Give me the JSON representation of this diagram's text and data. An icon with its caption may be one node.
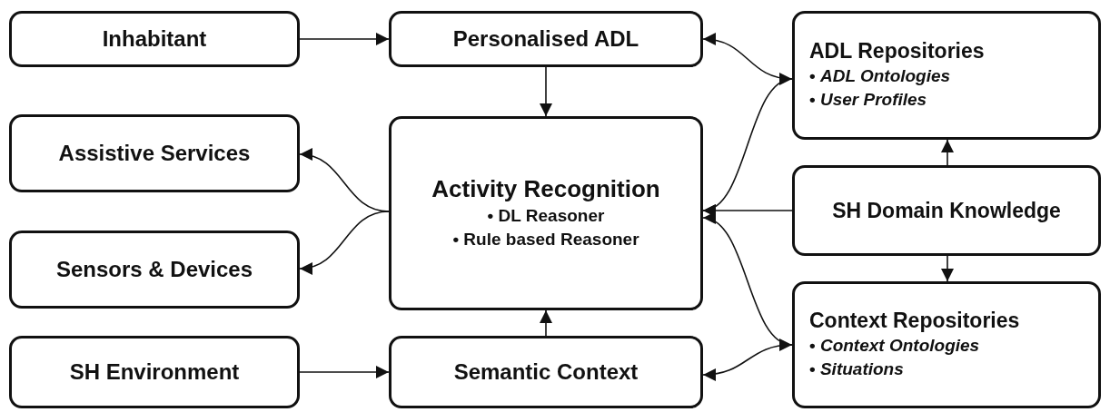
{
  "diagram": {
    "nodes": [
      {
        "text": [
          "Inhabitant"
        ]
      },
      {
        "text": [
          "Personalised ADL"
        ]
      },
      {
        "text": [
          "ADL Repositories",
          "• *ADL Ontologies*",
          "• *User Profiles*"
        ]
      },
      {
        "text": [
          "Assistive Services"
        ]
      },
      {
        "text": [
          "Activity Recognition",
          "• DL Reasoner",
          "• Rule based Reasoner"
        ]
      },
      {
        "text": [
          "SH Domain Knowledge"
        ]
      },
      {
        "text": [
          "Sensors & Devices"
        ]
      },
      {
        "text": [
          "Context Repositories",
          "• *Context Ontologies*",
          "• *Situations*"
        ]
      },
      {
        "text": [
          "SH Environment"
        ]
      },
      {
        "text": [
          "Semantic Context"
        ]
      }
    ],
    "edges": [
      {
        "from": 0,
        "to": 1,
        "arrow": "to"
      },
      {
        "from": 1,
        "to": 4,
        "arrow": "to"
      },
      {
        "from": 1,
        "to": 2,
        "arrow": "both"
      },
      {
        "from": 4,
        "to": 3,
        "arrow": "to"
      },
      {
        "from": 4,
        "to": 6,
        "arrow": "to"
      },
      {
        "from": 2,
        "to": 4,
        "arrow": "to"
      },
      {
        "from": 5,
        "to": 4,
        "arrow": "to"
      },
      {
        "from": 5,
        "to": 2,
        "arrow": "to"
      },
      {
        "from": 5,
        "to": 7,
        "arrow": "to"
      },
      {
        "from": 7,
        "to": 4,
        "arrow": "to"
      },
      {
        "from": 7,
        "to": 9,
        "arrow": "both"
      },
      {
        "from": 8,
        "to": 9,
        "arrow": "to"
      },
      {
        "from": 9,
        "to": 4,
        "arrow": "to"
      }
    ]
  }
}
